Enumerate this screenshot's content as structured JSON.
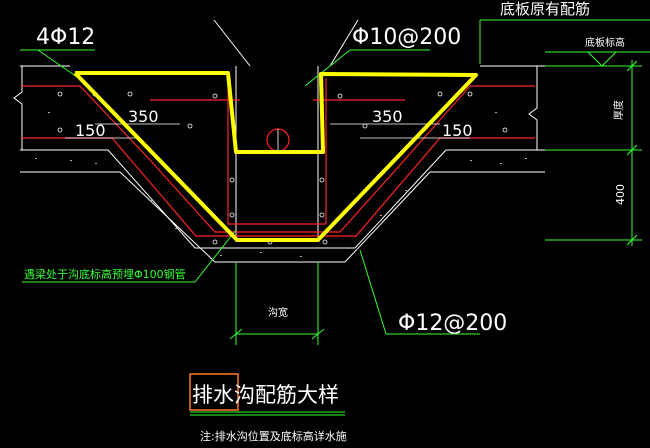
{
  "labels": {
    "top_left_rebar": "4Φ12",
    "top_center_rebar": "Φ10@200",
    "top_right_note": "底板原有配筋",
    "level_label": "底板标高",
    "dim_left_350": "350",
    "dim_left_150": "150",
    "dim_right_350": "350",
    "dim_right_150": "150",
    "dim_vertical_thickness": "厚度",
    "dim_vertical_400": "400",
    "pipe_note": "遇梁处于沟底标高预埋Φ100钢管",
    "trench_width_label": "沟宽",
    "bottom_rebar": "Φ12@200",
    "title_highlight": "排水沟",
    "title_rest": "配筋大样",
    "footnote": "注:排水沟位置及底标高详水施"
  },
  "colors": {
    "background": "#000000",
    "line_white": "#ffffff",
    "line_green": "#33ff33",
    "line_red": "#ff2222",
    "text_white": "#ffffff",
    "text_green": "#33ff33",
    "highlight_yellow": "#ffff00",
    "title_box": "#ff7722"
  }
}
